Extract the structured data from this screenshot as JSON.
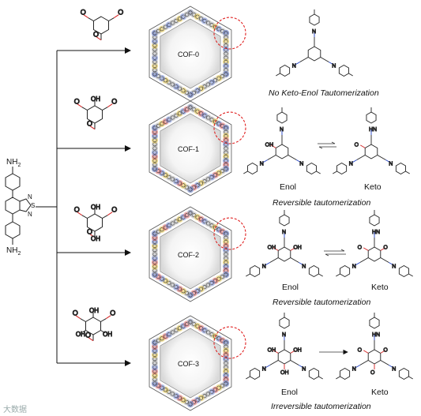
{
  "amine": {
    "top_group": "NH",
    "top_sub": "2",
    "bottom_group": "NH",
    "bottom_sub": "2",
    "ring_N1": "N",
    "ring_S": "S",
    "ring_N2": "N"
  },
  "rows": [
    {
      "cof_label": "COF-0",
      "caption": "No Keto-Enol Tautomerization",
      "enol_label": "",
      "keto_label": ""
    },
    {
      "cof_label": "COF-1",
      "caption": "Reversible tautomerization",
      "enol_label": "Enol",
      "keto_label": "Keto"
    },
    {
      "cof_label": "COF-2",
      "caption": "Reversible tautomerization",
      "enol_label": "Enol",
      "keto_label": "Keto"
    },
    {
      "cof_label": "COF-3",
      "caption": "Irreversible tautomerization",
      "enol_label": "Enol",
      "keto_label": "Keto"
    }
  ],
  "atoms": {
    "oxygen": "O",
    "hydroxyl": "OH",
    "nitrogen": "N",
    "amine_h": "HN"
  },
  "watermark": "大数据",
  "colors": {
    "oxygen": "#d42020",
    "nitrogen": "#1d3fc6",
    "bond": "#222222",
    "circle": "#e02020"
  }
}
